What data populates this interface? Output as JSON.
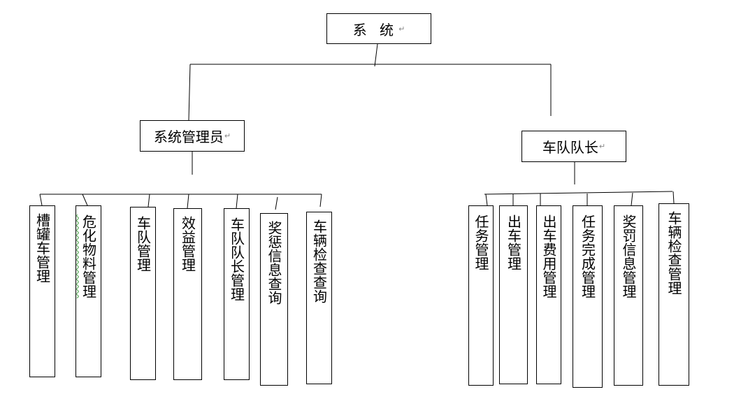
{
  "root": {
    "label": "系 统",
    "mark": "↵"
  },
  "groups": [
    {
      "label": "系统管理员",
      "mark": "↵",
      "children": [
        "槽罐车管理",
        "危化物料管理",
        "车队管理",
        "效益管理",
        "车队队长管理",
        "奖惩信息查询",
        "车辆检查查询"
      ]
    },
    {
      "label": "车队队长",
      "mark": "↵",
      "children": [
        "任务管理",
        "出车管理",
        "出车费用管理",
        "任务完成管理",
        "奖罚信息管理",
        "车辆检查管理"
      ]
    }
  ]
}
